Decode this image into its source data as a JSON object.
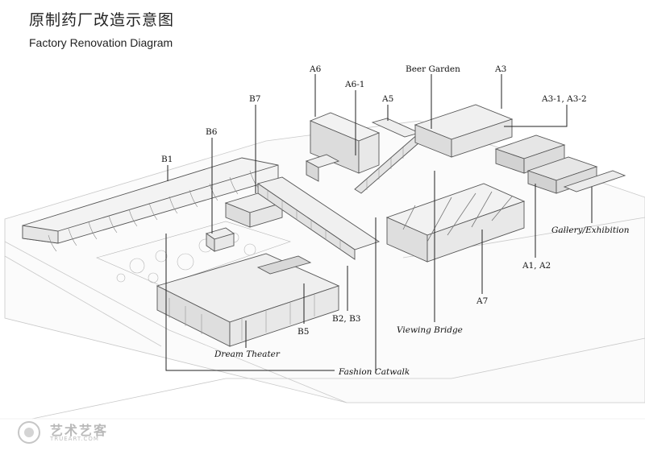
{
  "title": {
    "cn": "原制药厂改造示意图",
    "en": "Factory Renovation Diagram"
  },
  "labels": {
    "a6": "A6",
    "a6_1": "A6-1",
    "a5": "A5",
    "beer_garden": "Beer Garden",
    "a3": "A3",
    "a3_1_a3_2": "A3-1, A3-2",
    "b7": "B7",
    "b6": "B6",
    "b1": "B1",
    "gallery_exhibition": "Gallery/Exhibition",
    "a1_a2": "A1, A2",
    "a7": "A7",
    "b2_b3": "B2, B3",
    "b5": "B5",
    "viewing_bridge": "Viewing Bridge",
    "dream_theater": "Dream Theater",
    "fashion_catwalk": "Fashion Catwalk"
  },
  "watermark": {
    "text": "艺术艺客",
    "sub": "TRUEART.COM"
  }
}
